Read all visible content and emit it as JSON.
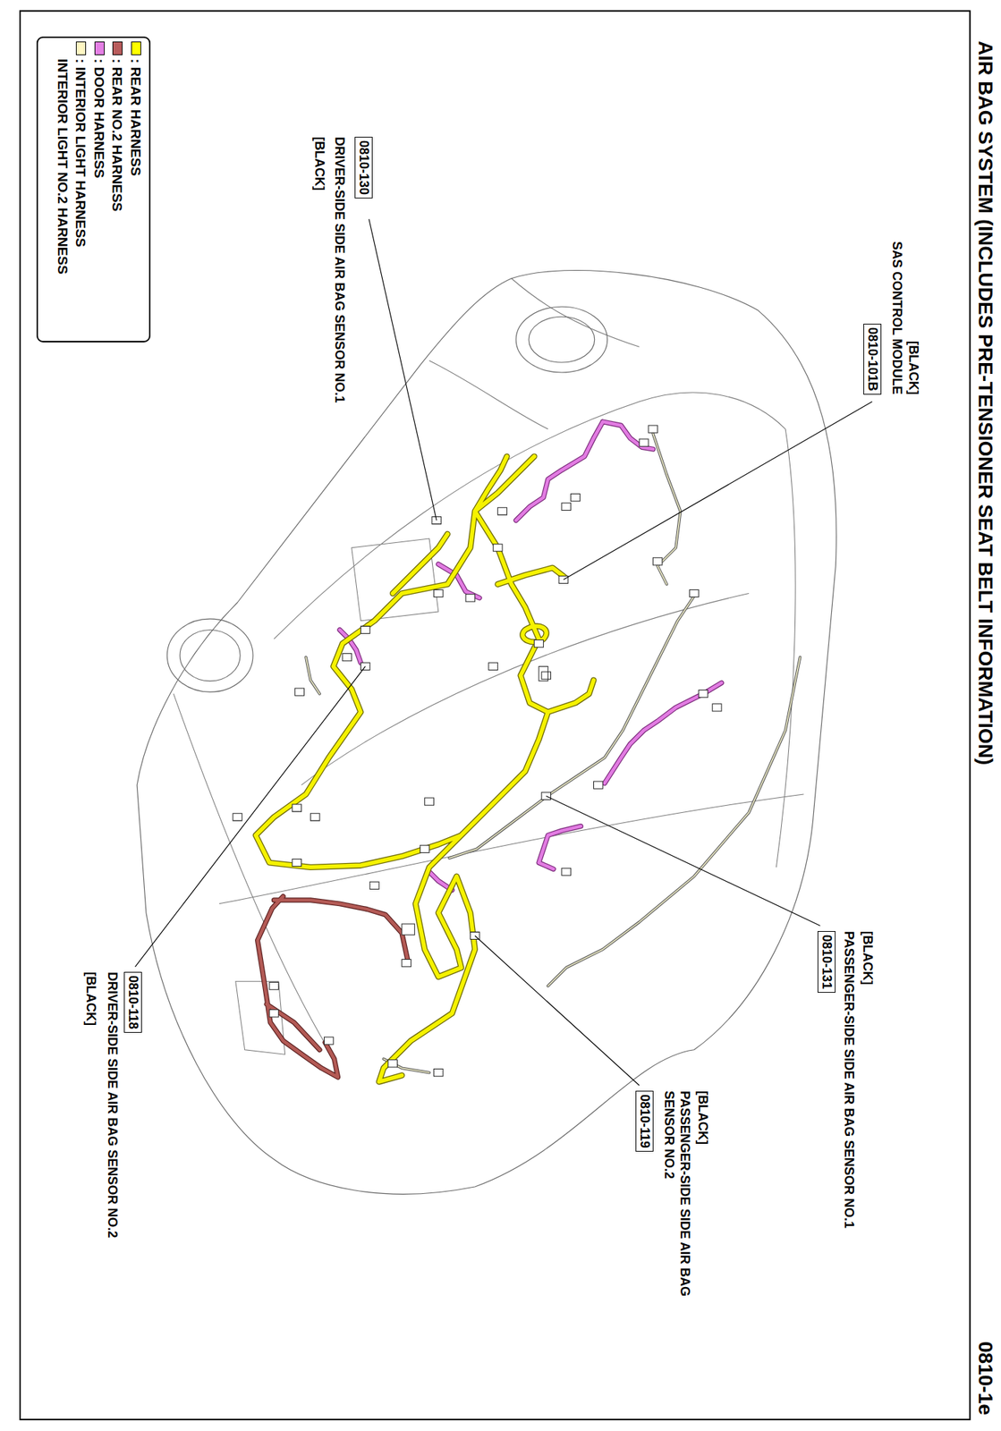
{
  "diagram": {
    "title": "AIR BAG SYSTEM (INCLUDES PRE-TENSIONER SEAT BELT INFORMATION)",
    "nodes": [
      {
        "text": [
          "0810-130"
        ]
      },
      {
        "text": [
          "0810-101B"
        ]
      },
      {
        "text": [
          "0810-131"
        ]
      },
      {
        "text": [
          "0810-118"
        ]
      },
      {
        "text": [
          "0810-119"
        ]
      }
    ],
    "labels": [
      "0810-1e",
      "DRIVER-SIDE SIDE AIR BAG SENSOR NO.1",
      "[BLACK]",
      "[BLACK]",
      "SAS CONTROL MODULE",
      "[BLACK]",
      "PASSENGER-SIDE SIDE AIR BAG SENSOR NO.1",
      "[BLACK]",
      "PASSENGER-SIDE SIDE AIR BAG SENSOR NO.2",
      "DRIVER-SIDE SIDE AIR BAG SENSOR NO.2",
      "[BLACK]"
    ],
    "legend": [
      {
        "text": ": REAR HARNESS",
        "color": "#ffff00"
      },
      {
        "text": ": REAR NO.2 HARNESS",
        "color": "#b85c5c"
      },
      {
        "text": ": DOOR HARNESS",
        "color": "#e47fe4"
      },
      {
        "text": ": INTERIOR LIGHT HARNESS",
        "color": "#fff7c2"
      },
      {
        "text": "INTERIOR LIGHT NO.2 HARNESS"
      }
    ]
  }
}
